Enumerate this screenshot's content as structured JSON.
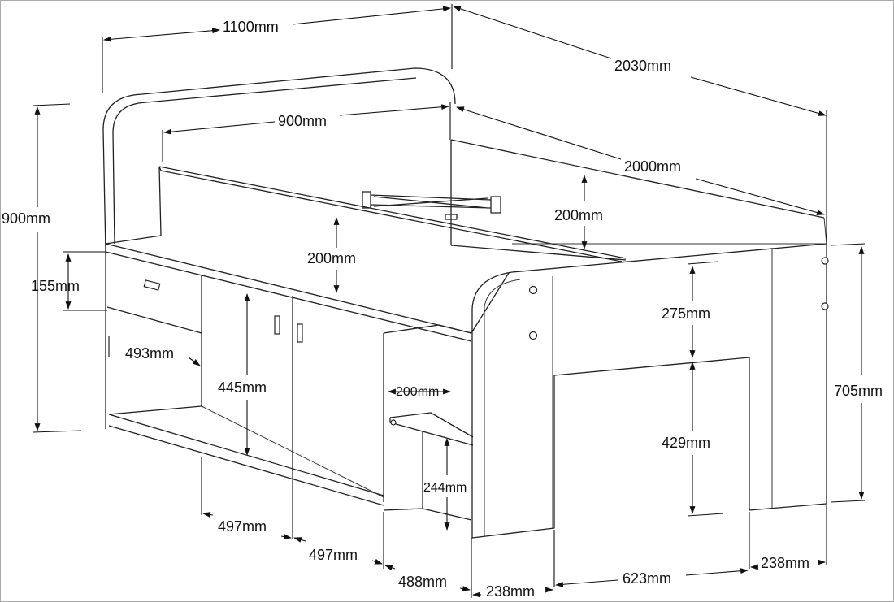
{
  "dimensions": {
    "overall_width": "1100mm",
    "overall_length": "2030mm",
    "overall_height": "900mm",
    "mattress_width": "900mm",
    "mattress_length": "2000mm",
    "guard_rail_height_back": "200mm",
    "guard_rail_height_front": "200mm",
    "drawer_height": "155mm",
    "drawer_width": "493mm",
    "door_height": "445mm",
    "shelf_depth": "200mm",
    "shelf_height": "244mm",
    "door_width_left": "497mm",
    "door_width_right": "497mm",
    "open_shelf_width": "488mm",
    "footboard_upper": "275mm",
    "under_bed_clearance": "429mm",
    "end_panel_height": "705mm",
    "leg_width_left": "238mm",
    "leg_width_right": "238mm",
    "under_bed_opening": "623mm"
  }
}
